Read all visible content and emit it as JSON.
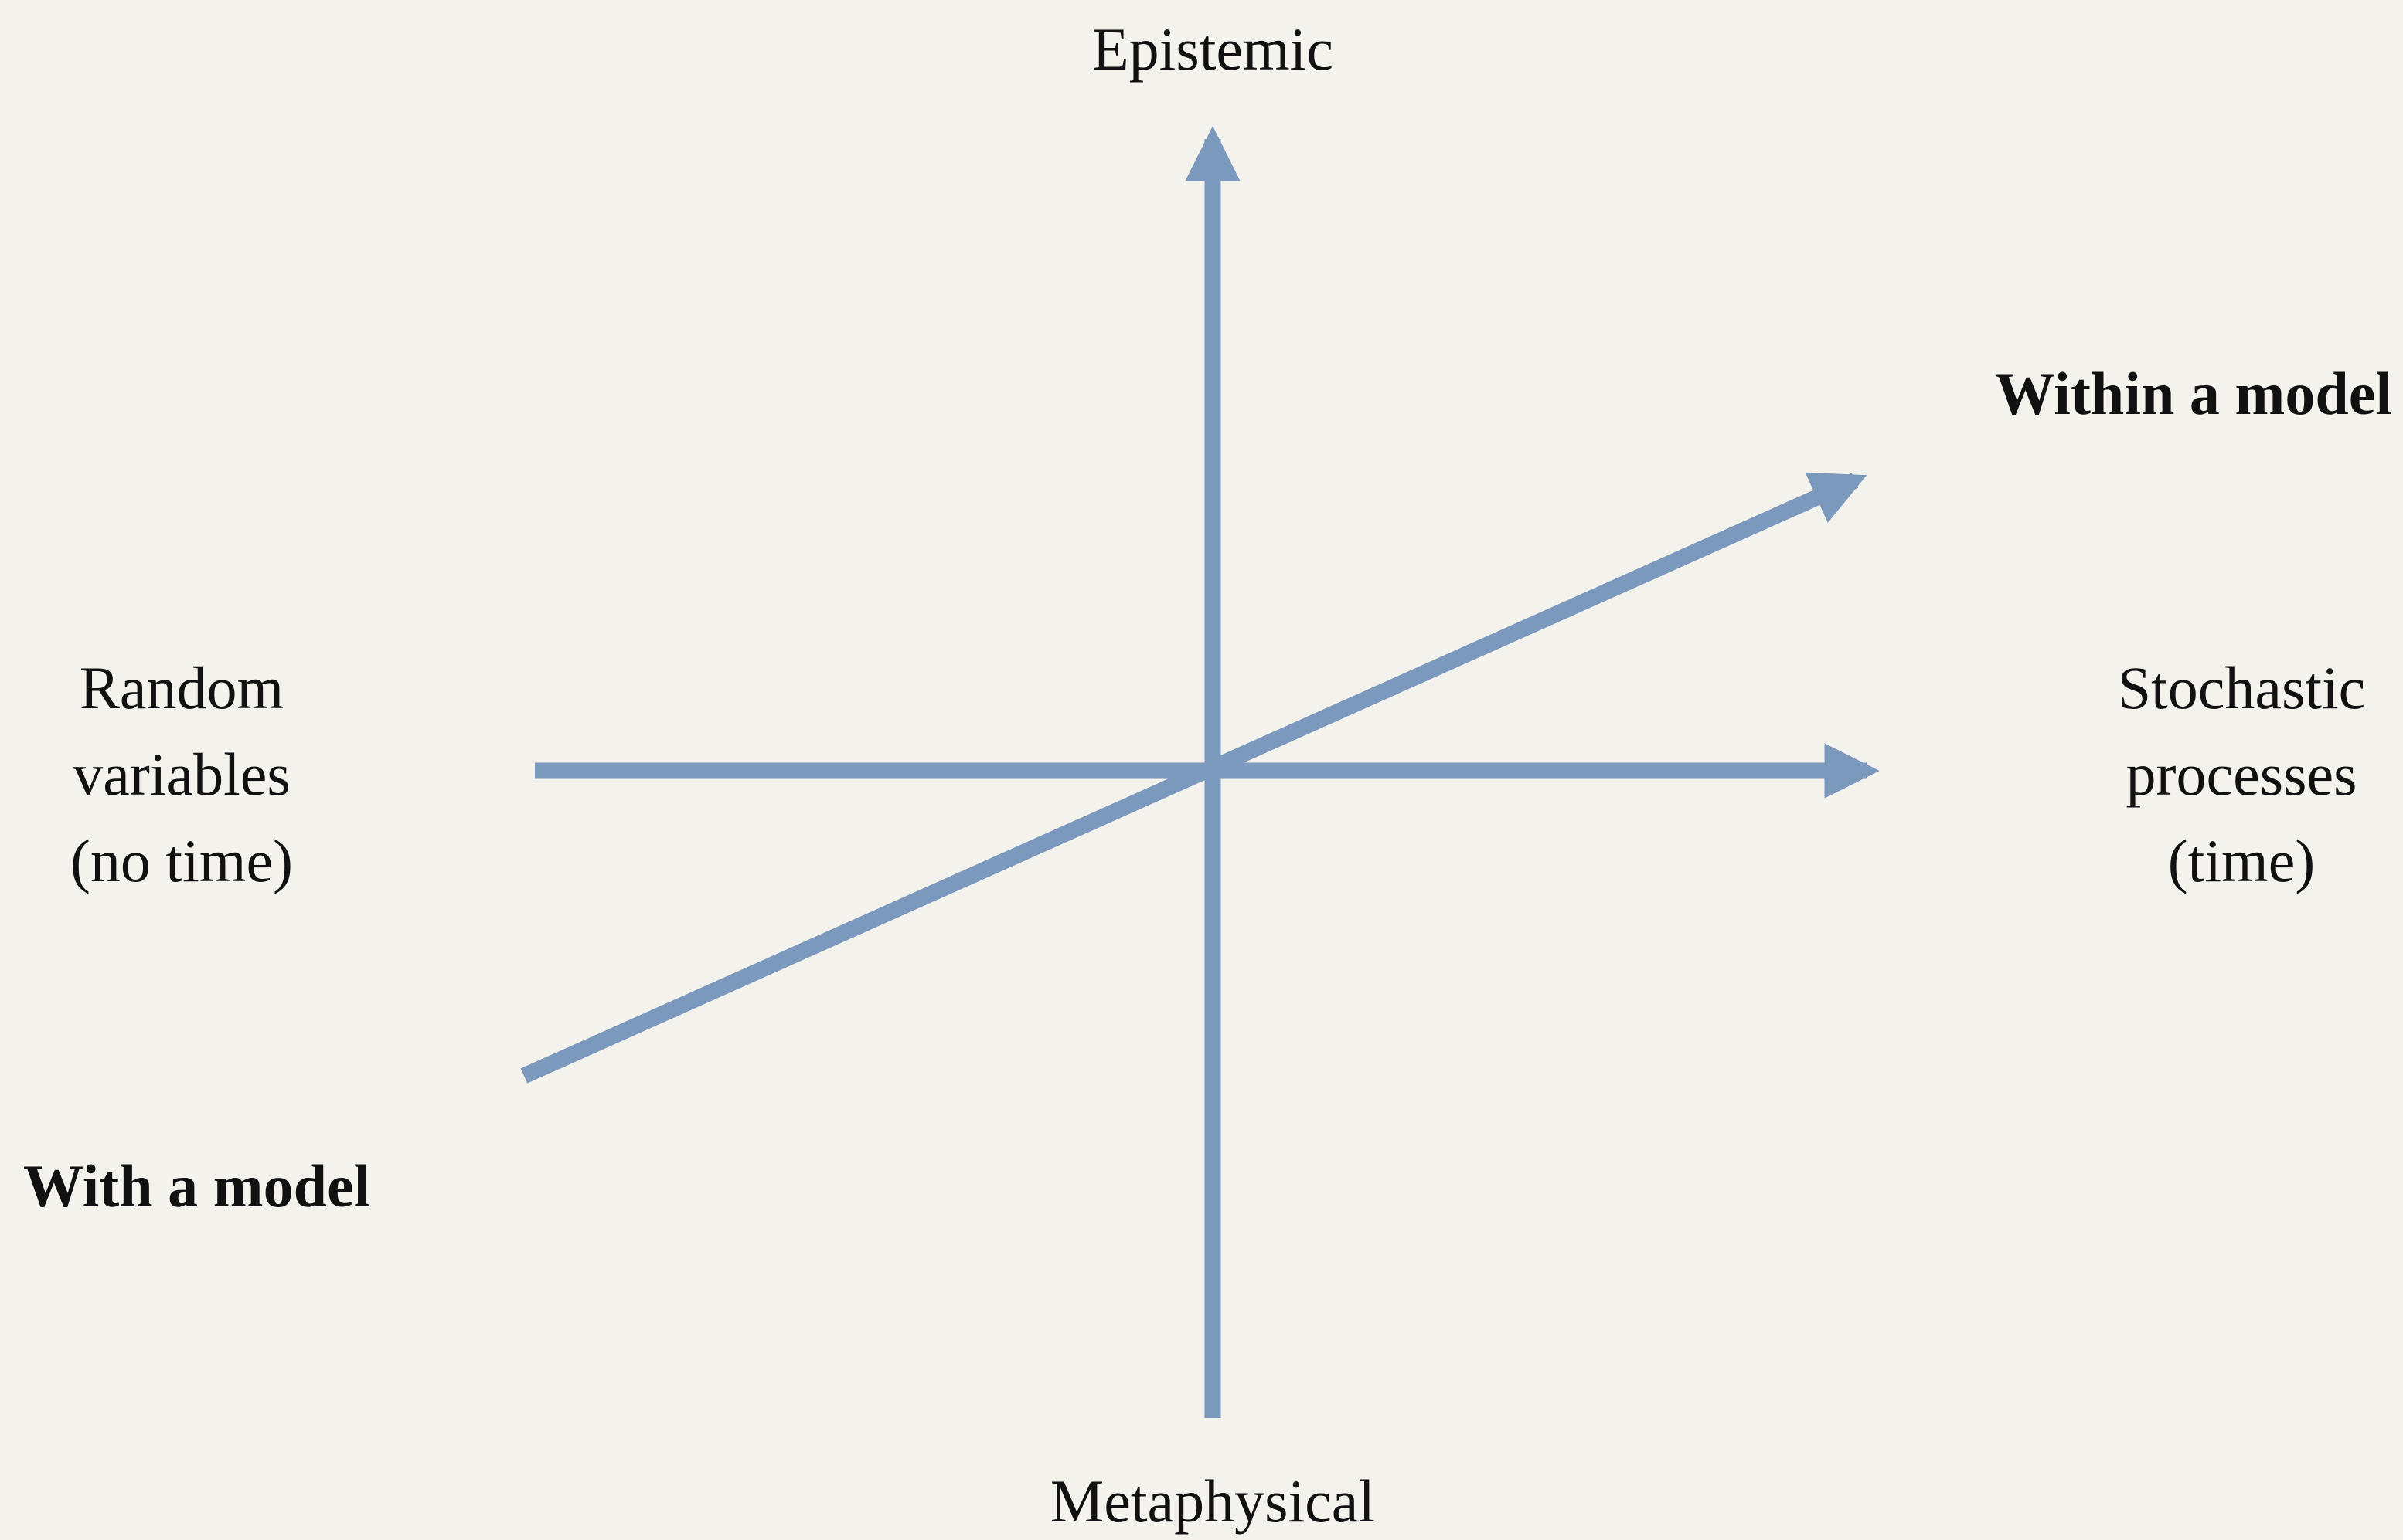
{
  "axes": {
    "top_label": "Epistemic",
    "bottom_label": "Metaphysical",
    "left_label": [
      "Random",
      "variables",
      "(no time)"
    ],
    "right_label": [
      "Stochastic",
      "processes",
      "(time)"
    ],
    "diagonal_upper_label": "Within a model",
    "diagonal_lower_label": "With a model"
  },
  "colors": {
    "background": "#f4f2ed",
    "arrow": "#7b98bd",
    "text": "#111111"
  }
}
